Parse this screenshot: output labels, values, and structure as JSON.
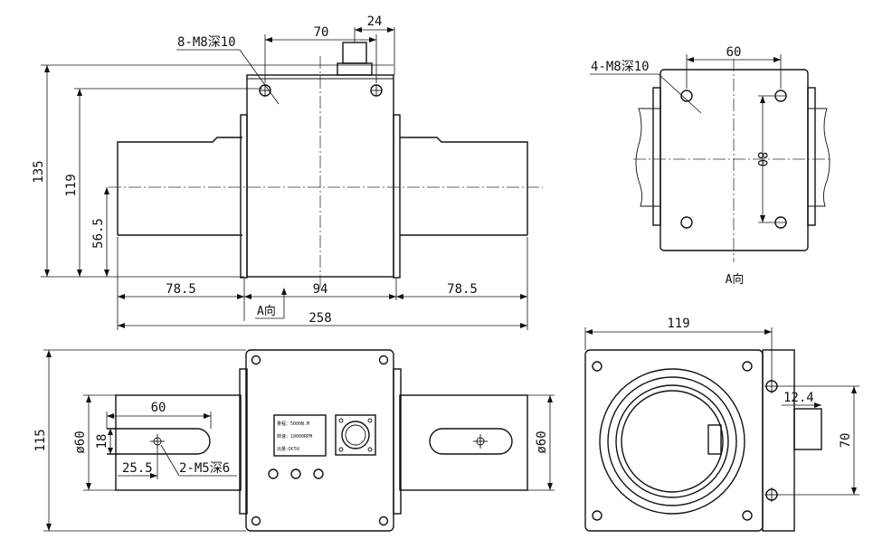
{
  "front_view": {
    "dim_width_70": "70",
    "dim_width_24": "24",
    "hole_callout": "8-M8深10",
    "dim_height_135": "135",
    "dim_height_119": "119",
    "dim_height_56_5": "56.5",
    "dim_shaft_left": "78.5",
    "dim_body": "94",
    "dim_shaft_right": "78.5",
    "dim_total": "258",
    "view_arrow_label": "A向"
  },
  "end_view_a": {
    "hole_callout": "4-M8深10",
    "dim_hole_spacing_h": "60",
    "dim_hole_spacing_v": "80",
    "caption": "A向"
  },
  "top_view": {
    "dim_height_115": "115",
    "dim_slot_60": "60",
    "dim_dia_left": "ø60",
    "dim_slot_18": "18",
    "dim_slot_25_5": "25.5",
    "slot_callout": "2-M5深6",
    "dim_dia_right": "ø60",
    "nameplate": {
      "line1": "量程：5000N.M",
      "line2": "转速：10000RPM",
      "line3": "出量:DC5V"
    }
  },
  "side_view": {
    "dim_width_119": "119",
    "dim_connector_12_4": "12.4",
    "dim_hole_spacing_70": "70"
  }
}
